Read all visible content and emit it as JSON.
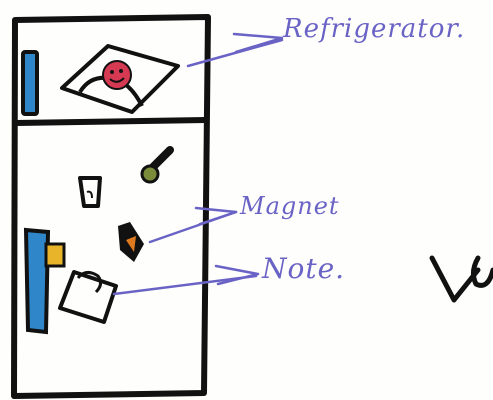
{
  "labels": {
    "refrigerator": "Refrigerator.",
    "magnet": "Magnet",
    "note": "Note."
  },
  "colors": {
    "outline": "#111111",
    "annotation": "#6a63c6",
    "blue_handle": "#2f86c9",
    "yellow_accent": "#e8b52a",
    "smiley_magnet": "#d63a53",
    "orange_magnet": "#e07a1f",
    "green_magnet": "#7a8c3a",
    "paper": "#fefefc"
  },
  "icons": {
    "smiley_magnet": "smiley-face-magnet-icon",
    "thermometer_magnet": "thermometer-magnet-icon",
    "cup_magnet": "cup-magnet-icon",
    "flame_magnet": "flame-magnet-icon",
    "note_sheet": "note-paper-icon"
  }
}
